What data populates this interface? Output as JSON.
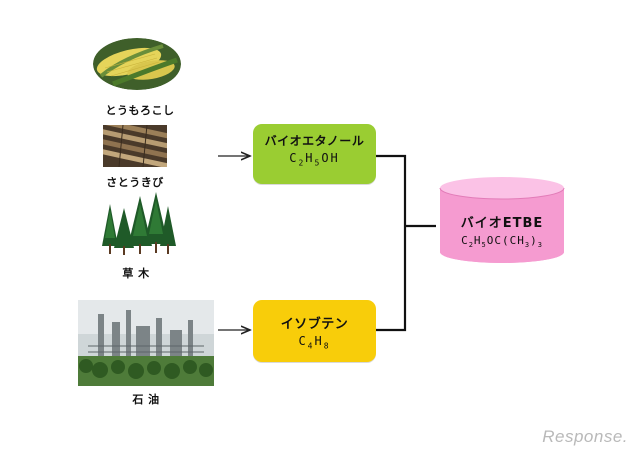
{
  "sources": {
    "corn": "とうもろこし",
    "sugarcane": "さとうきび",
    "plants": "草 木",
    "oil": "石 油"
  },
  "processes": {
    "bioethanol": {
      "name": "バイオエタノール",
      "formula": "C2H5OH"
    },
    "isobutene": {
      "name": "イソブテン",
      "formula": "C4H8"
    }
  },
  "product": {
    "name": "バイオETBE",
    "formula": "C2H5OC(CH3)3"
  },
  "watermark": "Response.",
  "colors": {
    "bioethanol": "#9acd32",
    "isobutene": "#f8cd0a",
    "product": "#f59bd0"
  },
  "icons": [
    "corn-photo",
    "sugarcane-photo",
    "forest-photo",
    "refinery-photo"
  ]
}
